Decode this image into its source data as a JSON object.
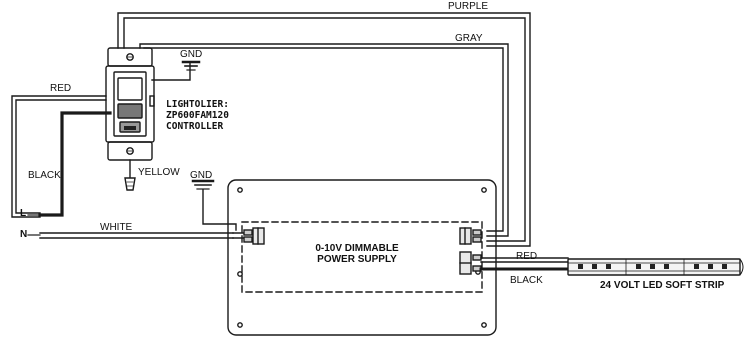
{
  "wires": {
    "purple": "PURPLE",
    "gray": "GRAY",
    "red": "RED",
    "black": "BLACK",
    "white": "WHITE",
    "yellow": "YELLOW",
    "red_strip": "RED",
    "black_strip": "BLACK"
  },
  "terminals": {
    "line": "L",
    "neutral": "N"
  },
  "grounds": {
    "controller_gnd": "GND",
    "supply_gnd": "GND"
  },
  "controller": {
    "label_line1": "LIGHTOLIER:",
    "label_line2": "ZP600FAM120",
    "label_line3": "CONTROLLER"
  },
  "power_supply": {
    "label_line1": "0-10V DIMMABLE",
    "label_line2": "POWER SUPPLY"
  },
  "led_strip": {
    "label": "24 VOLT LED SOFT STRIP"
  }
}
